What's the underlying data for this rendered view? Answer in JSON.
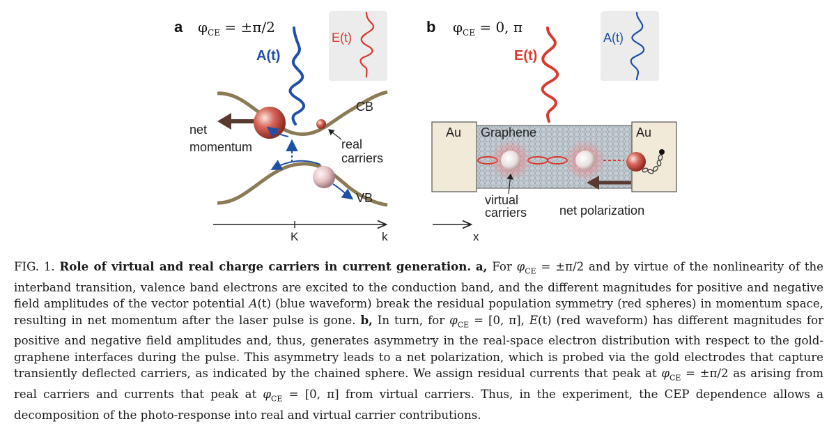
{
  "panel_a": {
    "letter": "a",
    "phase": "φ",
    "phase_sub": "CE",
    "phase_value": " = ±π/2",
    "a_label": "A(t)",
    "e_label": "E(t)",
    "cb": "CB",
    "vb": "VB",
    "net_line1": "net",
    "net_line2": "momentum",
    "real_line1": "real",
    "real_line2": "carriers",
    "k_tick": "K",
    "k_axis": "k"
  },
  "panel_b": {
    "letter": "b",
    "phase": "φ",
    "phase_sub": "CE",
    "phase_value": " = 0, π",
    "e_label": "E(t)",
    "a_label": "A(t)",
    "au_left": "Au",
    "au_right": "Au",
    "graphene": "Graphene",
    "virtual_line1": "virtual",
    "virtual_line2": "carriers",
    "net_polarization": "net polarization",
    "x_axis": "x"
  },
  "caption": {
    "fig_label": "FIG. 1.",
    "title": "Role of virtual and real charge carriers in current generation.",
    "a_letter": "a,",
    "t1": "For ",
    "phi1": "φ",
    "sub1": "CE",
    "t2": " = ±π/2 and by virtue of the nonlinearity of the interband transition, valence band electrons are excited to the conduction band, and the different magnitudes for positive and negative field amplitudes of the vector potential ",
    "A": "A",
    "t_var1": "(t)",
    "t3": " (blue waveform) break the residual population symmetry (red spheres) in momentum space, resulting in net momentum after the laser pulse is gone. ",
    "b_letter": "b,",
    "t4": " In turn, for ",
    "phi2": "φ",
    "sub2": "CE",
    "t5": " = [0, π], ",
    "E": "E",
    "t_var2": "(t)",
    "t6": " (red waveform) has different magnitudes for positive and negative field amplitudes and, thus, generates asymmetry in the real-space electron distribution with respect to the gold-graphene interfaces during the pulse. This asymmetry leads to a net polarization, which is probed via the gold electrodes that capture transiently deflected carriers, as indicated by the chained sphere. We assign residual currents that peak at ",
    "phi3": "φ",
    "sub3": "CE",
    "t7": " = ±π/2 as arising from real carriers and currents that peak at ",
    "phi4": "φ",
    "sub4": "CE",
    "t8": " = [0, π] from virtual carriers. Thus, in the experiment, the CEP dependence allows a decomposition of the photo-response into real and virtual carrier contributions."
  },
  "colors": {
    "blue_wave": "#1f4fa6",
    "red_wave": "#d83a2e",
    "band": "#8b7a55",
    "arrow_dark": "#5a3a30",
    "au_fill": "#f1ead8",
    "graphene_fill": "#c9d1d6"
  }
}
